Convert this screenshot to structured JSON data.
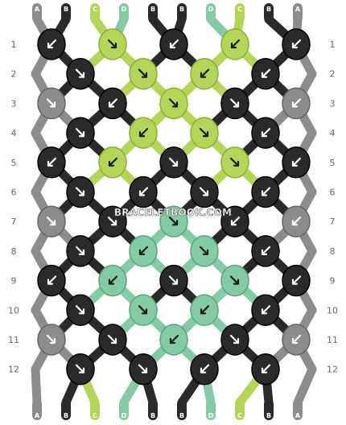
{
  "watermark": "BRACELETBOOK.COM",
  "colors": {
    "A": "#8c8c8c",
    "B": "#2a2a2a",
    "C": "#b3d55a",
    "D": "#84cba3"
  },
  "top_strands": [
    "A",
    "B",
    "C",
    "D",
    "B",
    "B",
    "D",
    "C",
    "B",
    "A"
  ],
  "bottom_strands": [
    "A",
    "B",
    "C",
    "D",
    "B",
    "B",
    "D",
    "C",
    "B",
    "A"
  ],
  "row_labels": [
    "1",
    "2",
    "3",
    "4",
    "5",
    "6",
    "7",
    "8",
    "9",
    "10",
    "11",
    "12"
  ],
  "knot_rows": [
    [
      {
        "color": "B",
        "dir": "bl"
      },
      {
        "color": "C",
        "dir": "br"
      },
      {
        "color": "B",
        "dir": "bl"
      },
      {
        "color": "C",
        "dir": "bl"
      },
      {
        "color": "B",
        "dir": "bl"
      }
    ],
    [
      {
        "color": "B",
        "dir": "br"
      },
      {
        "color": "C",
        "dir": "br"
      },
      {
        "color": "C",
        "dir": "bl"
      },
      {
        "color": "B",
        "dir": "bl"
      }
    ],
    [
      {
        "color": "A",
        "dir": "br"
      },
      {
        "color": "B",
        "dir": "bl"
      },
      {
        "color": "C",
        "dir": "br"
      },
      {
        "color": "B",
        "dir": "br"
      },
      {
        "color": "A",
        "dir": "bl"
      }
    ],
    [
      {
        "color": "B",
        "dir": "br"
      },
      {
        "color": "C",
        "dir": "bl"
      },
      {
        "color": "C",
        "dir": "br"
      },
      {
        "color": "B",
        "dir": "bl"
      }
    ],
    [
      {
        "color": "B",
        "dir": "bl"
      },
      {
        "color": "C",
        "dir": "bl"
      },
      {
        "color": "B",
        "dir": "br"
      },
      {
        "color": "C",
        "dir": "br"
      },
      {
        "color": "B",
        "dir": "bl"
      }
    ],
    [
      {
        "color": "B",
        "dir": "br"
      },
      {
        "color": "B",
        "dir": "bl"
      },
      {
        "color": "B",
        "dir": "br"
      },
      {
        "color": "B",
        "dir": "bl"
      }
    ],
    [
      {
        "color": "A",
        "dir": "br"
      },
      {
        "color": "B",
        "dir": "br"
      },
      {
        "color": "D",
        "dir": "br"
      },
      {
        "color": "B",
        "dir": "bl"
      },
      {
        "color": "A",
        "dir": "bl"
      }
    ],
    [
      {
        "color": "B",
        "dir": "br"
      },
      {
        "color": "D",
        "dir": "bl"
      },
      {
        "color": "D",
        "dir": "br"
      },
      {
        "color": "B",
        "dir": "bl"
      }
    ],
    [
      {
        "color": "B",
        "dir": "bl"
      },
      {
        "color": "D",
        "dir": "bl"
      },
      {
        "color": "B",
        "dir": "br"
      },
      {
        "color": "D",
        "dir": "br"
      },
      {
        "color": "B",
        "dir": "bl"
      }
    ],
    [
      {
        "color": "B",
        "dir": "br"
      },
      {
        "color": "D",
        "dir": "br"
      },
      {
        "color": "D",
        "dir": "bl"
      },
      {
        "color": "B",
        "dir": "bl"
      }
    ],
    [
      {
        "color": "A",
        "dir": "br"
      },
      {
        "color": "B",
        "dir": "br"
      },
      {
        "color": "D",
        "dir": "bl"
      },
      {
        "color": "B",
        "dir": "br"
      },
      {
        "color": "A",
        "dir": "bl"
      }
    ],
    [
      {
        "color": "B",
        "dir": "br"
      },
      {
        "color": "B",
        "dir": "br"
      },
      {
        "color": "B",
        "dir": "bl"
      },
      {
        "color": "B",
        "dir": "bl"
      }
    ]
  ]
}
